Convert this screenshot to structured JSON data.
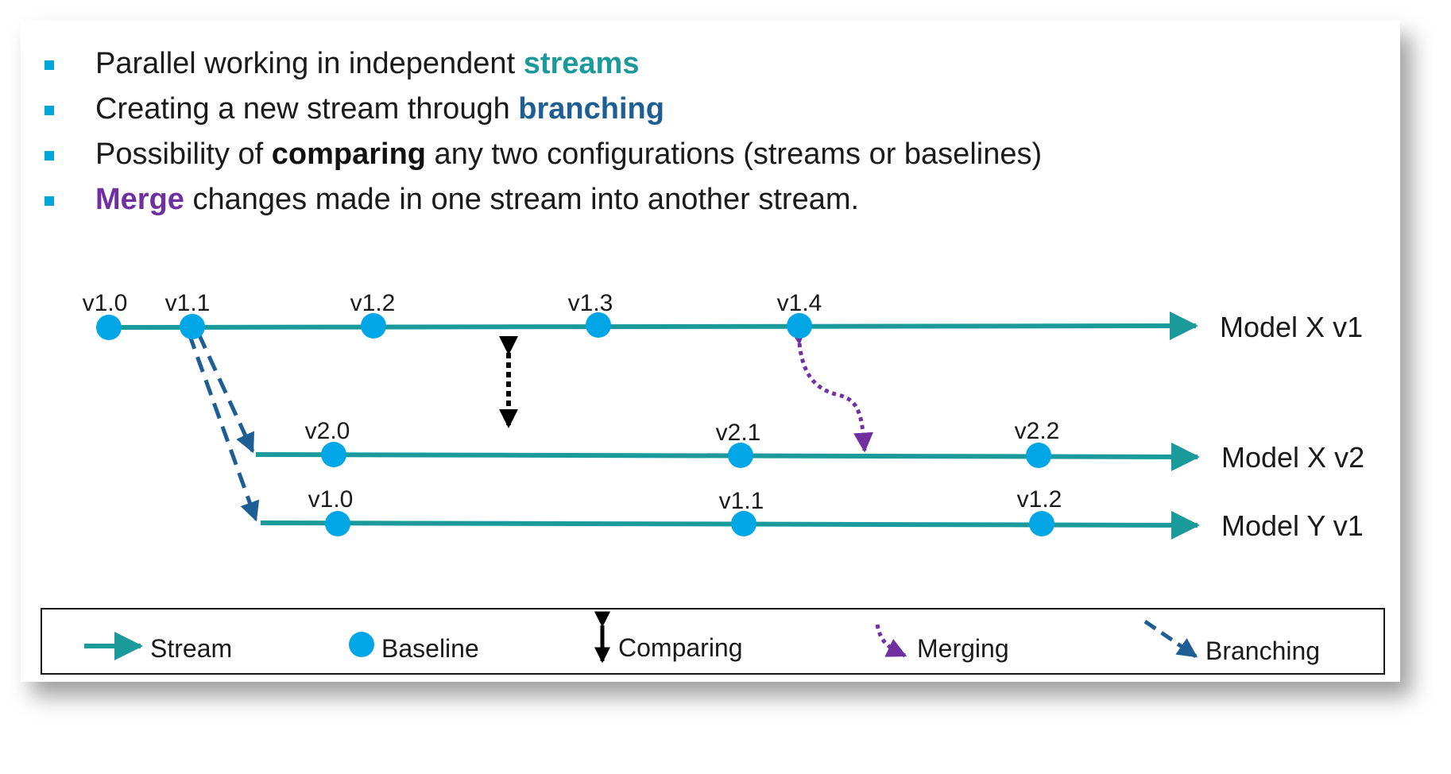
{
  "bullets": [
    {
      "before": "Parallel working in independent ",
      "keyword": "streams",
      "after": ""
    },
    {
      "before": "Creating a new stream through ",
      "keyword": "branching",
      "after": ""
    },
    {
      "before": "Possibility of ",
      "keyword": "comparing",
      "after": " any two configurations (streams or baselines)"
    },
    {
      "before": "",
      "keyword": "Merge",
      "after": " changes made in one stream into another stream."
    }
  ],
  "streams": [
    {
      "name": "Model X v1",
      "baselines": [
        "v1.0",
        "v1.1",
        "v1.2",
        "v1.3",
        "v1.4"
      ]
    },
    {
      "name": "Model X v2",
      "baselines": [
        "v2.0",
        "v2.1",
        "v2.2"
      ]
    },
    {
      "name": "Model Y v1",
      "baselines": [
        "v1.0",
        "v1.1",
        "v1.2"
      ]
    }
  ],
  "legend": {
    "stream": "Stream",
    "baseline": "Baseline",
    "comparing": "Comparing",
    "merging": "Merging",
    "branching": "Branching"
  },
  "colors": {
    "stream": "#1a9a9a",
    "baseline": "#00a6e6",
    "branch": "#1d5f94",
    "merge": "#7030a0",
    "compare": "#000000",
    "bullet": "#00a6d6"
  }
}
